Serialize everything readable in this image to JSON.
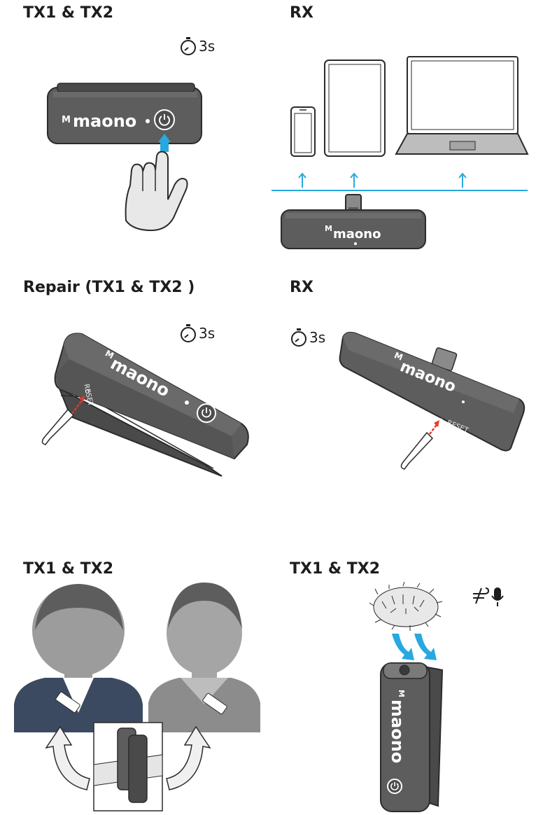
{
  "panels": {
    "tx_power": {
      "heading": "TX1 & TX2",
      "timer": "3s",
      "brand": "maono"
    },
    "rx_connect": {
      "heading": "RX",
      "brand": "maono"
    },
    "repair_tx": {
      "heading": "Repair (TX1 & TX2 )",
      "timer": "3s",
      "brand": "maono",
      "reset_label": "RESET"
    },
    "repair_rx": {
      "heading": "RX",
      "timer": "3s",
      "brand": "maono",
      "reset_label": "RESET"
    },
    "tx_wearing": {
      "heading": "TX1 & TX2"
    },
    "tx_windscreen": {
      "heading": "TX1 & TX2",
      "brand": "maono"
    }
  },
  "colors": {
    "accent": "#29a8df",
    "device": "#5d5d5d",
    "device_dark": "#3c3c3c",
    "outline": "#2b2b2b",
    "reset_arrow": "#e63a2e",
    "person_gray": "#9a9a9a",
    "suit_navy": "#3b4a60"
  },
  "icons": {
    "timer": "stopwatch-icon",
    "wind_mic": "wind-noise-mic-icon",
    "power": "power-icon"
  }
}
